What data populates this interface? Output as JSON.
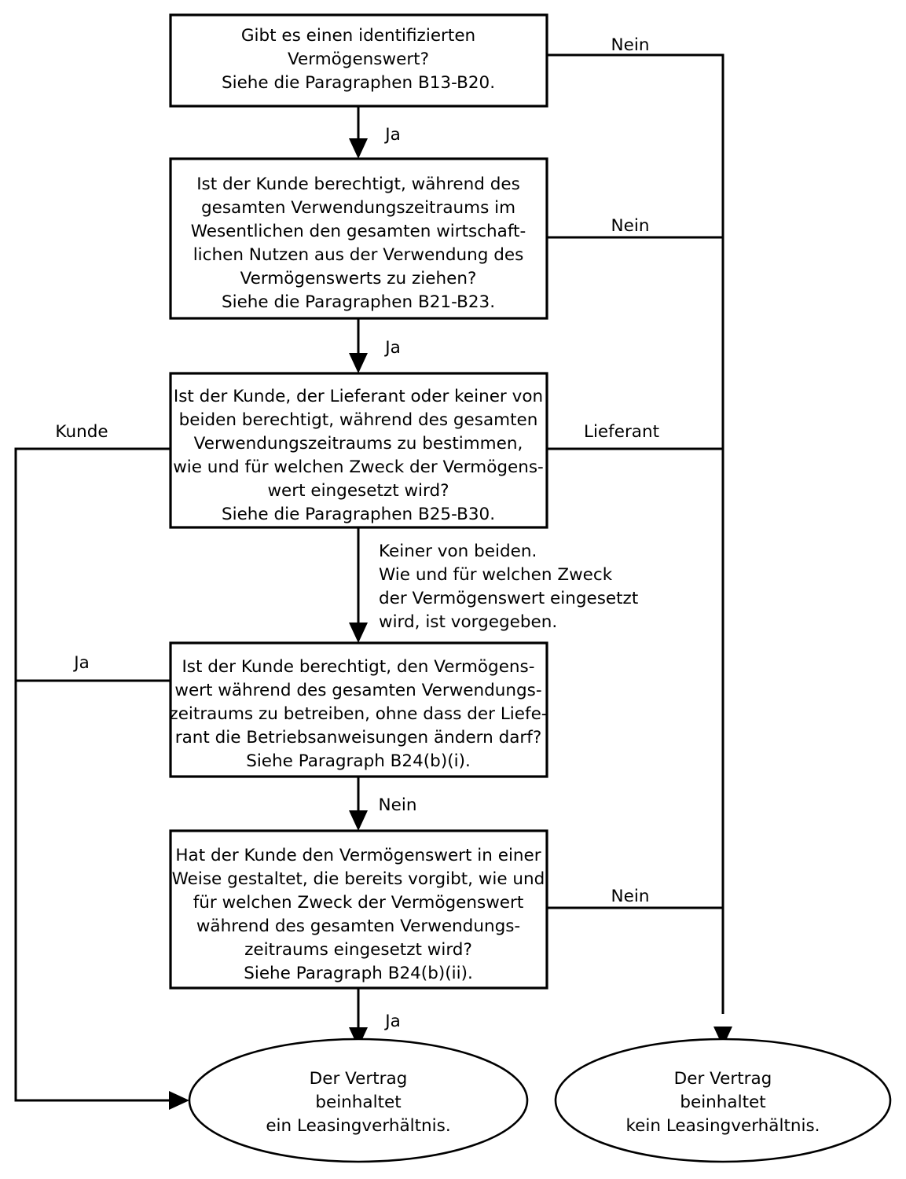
{
  "diagram": {
    "title": "Flussdiagramm zur Leasingidentifizierung",
    "language": "de",
    "background_color": "#ffffff",
    "line_color": "#000000",
    "nodes": [
      {
        "id": "n1",
        "shape": "rect",
        "lines": [
          "Gibt es einen identifizierten",
          "Vermögenswert?",
          "Siehe die Paragraphen B13-B20."
        ]
      },
      {
        "id": "n2",
        "shape": "rect",
        "lines": [
          "Ist der Kunde berechtigt, während des",
          "gesamten Verwendungszeitraums im",
          "Wesentlichen den gesamten wirtschaft-",
          "lichen Nutzen aus der Verwendung des",
          "Vermögenswerts zu ziehen?",
          "Siehe die Paragraphen B21-B23."
        ]
      },
      {
        "id": "n3",
        "shape": "rect",
        "lines": [
          "Ist der Kunde, der Lieferant oder keiner von",
          "beiden berechtigt, während des gesamten",
          "Verwendungszeitraums zu bestimmen,",
          "wie und für welchen Zweck der Vermögens-",
          "wert eingesetzt wird?",
          "Siehe die Paragraphen B25-B30."
        ]
      },
      {
        "id": "n4",
        "shape": "rect",
        "lines": [
          "Ist der Kunde berechtigt, den Vermögens-",
          "wert während des gesamten Verwendungs-",
          "zeitraums zu betreiben, ohne dass der Liefe-",
          "rant die Betriebsanweisungen ändern darf?",
          "Siehe Paragraph B24(b)(i)."
        ]
      },
      {
        "id": "n5",
        "shape": "rect",
        "lines": [
          "Hat der Kunde den Vermögenswert in einer",
          "Weise gestaltet, die bereits vorgibt, wie und",
          "für welchen Zweck der Vermögenswert",
          "während des gesamten Verwendungs-",
          "zeitraums eingesetzt wird?",
          "Siehe Paragraph B24(b)(ii)."
        ]
      },
      {
        "id": "e1",
        "shape": "ellipse",
        "lines": [
          "Der Vertrag",
          "beinhaltet",
          "ein Leasingverhältnis."
        ]
      },
      {
        "id": "e2",
        "shape": "ellipse",
        "lines": [
          "Der Vertrag",
          "beinhaltet",
          "kein Leasingverhältnis."
        ]
      }
    ],
    "edges": [
      {
        "id": "edge-n1-nein",
        "from": "n1",
        "to": "e2",
        "label": "Nein"
      },
      {
        "id": "edge-n1-ja",
        "from": "n1",
        "to": "n2",
        "label": "Ja"
      },
      {
        "id": "edge-n2-nein",
        "from": "n2",
        "to": "e2",
        "label": "Nein"
      },
      {
        "id": "edge-n2-ja",
        "from": "n2",
        "to": "n3",
        "label": "Ja"
      },
      {
        "id": "edge-n3-kunde",
        "from": "n3",
        "to": "e1",
        "label": "Kunde"
      },
      {
        "id": "edge-n3-lieferant",
        "from": "n3",
        "to": "e2",
        "label": "Lieferant"
      },
      {
        "id": "edge-n3-keiner",
        "from": "n3",
        "to": "n4",
        "label_lines": [
          "Keiner von beiden.",
          "Wie und für welchen Zweck",
          "der Vermögenswert eingesetzt",
          "wird, ist vorgegeben."
        ]
      },
      {
        "id": "edge-n4-ja",
        "from": "n4",
        "to": "e1",
        "label": "Ja"
      },
      {
        "id": "edge-n4-nein",
        "from": "n4",
        "to": "n5",
        "label": "Nein"
      },
      {
        "id": "edge-n5-nein",
        "from": "n5",
        "to": "e2",
        "label": "Nein"
      },
      {
        "id": "edge-n5-ja",
        "from": "n5",
        "to": "e1",
        "label": "Ja"
      }
    ]
  }
}
